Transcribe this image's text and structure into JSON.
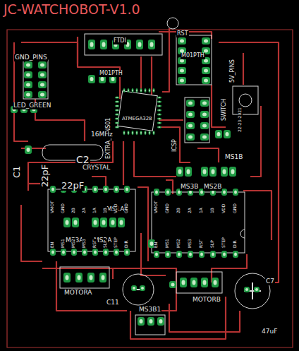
{
  "diagram": {
    "title": "JC-WATCHOBOT-V1.0",
    "labels": [
      "RST",
      "FTDI",
      "M01PTH",
      "5V_PINS",
      "GND_PINS",
      "LED_GREEN",
      "M01PTH",
      "ATMEGA328",
      "SWITCH",
      "22-23-2021",
      "EXTRA_PINS01",
      "16MHz",
      "ICSP",
      "C2",
      "CRYSTAL",
      "C1",
      "22pF",
      "22pF",
      "MS1B",
      "MS3B",
      "MS2B",
      "MS1A",
      "MS3A",
      "MS2A",
      "MOTORA",
      "MOTORB",
      "C11",
      "C7",
      "47uF",
      "MS3B1",
      "VMOT",
      "GND",
      "2B",
      "2A",
      "1A",
      "1B",
      "VDD",
      "GND",
      "EN",
      "MS1",
      "MS2",
      "MS3",
      "RST",
      "SLP",
      "STEP",
      "DIR",
      "VMOT",
      "GND",
      "2B",
      "2A",
      "1A",
      "1B",
      "VDD",
      "GND",
      "EN",
      "MS1",
      "MS2",
      "MS3",
      "RST",
      "SLP",
      "STEP",
      "DIR"
    ]
  }
}
